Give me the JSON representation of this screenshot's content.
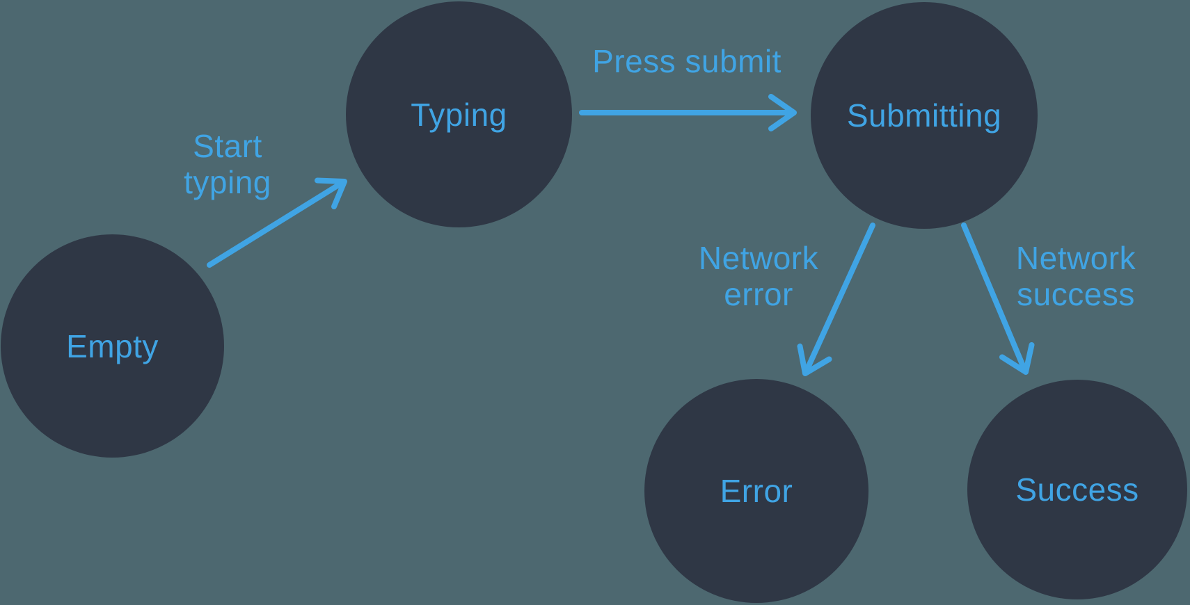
{
  "diagram": {
    "type": "state-machine",
    "colors": {
      "background": "#4d6870",
      "node": "#2f3745",
      "accent": "#40a4e4"
    },
    "nodes": [
      {
        "id": "empty",
        "label": "Empty"
      },
      {
        "id": "typing",
        "label": "Typing"
      },
      {
        "id": "submitting",
        "label": "Submitting"
      },
      {
        "id": "error",
        "label": "Error"
      },
      {
        "id": "success",
        "label": "Success"
      }
    ],
    "edges": [
      {
        "from": "empty",
        "to": "typing",
        "label": "Start typing"
      },
      {
        "from": "typing",
        "to": "submitting",
        "label": "Press submit"
      },
      {
        "from": "submitting",
        "to": "error",
        "label": "Network error"
      },
      {
        "from": "submitting",
        "to": "success",
        "label": "Network success"
      }
    ]
  }
}
